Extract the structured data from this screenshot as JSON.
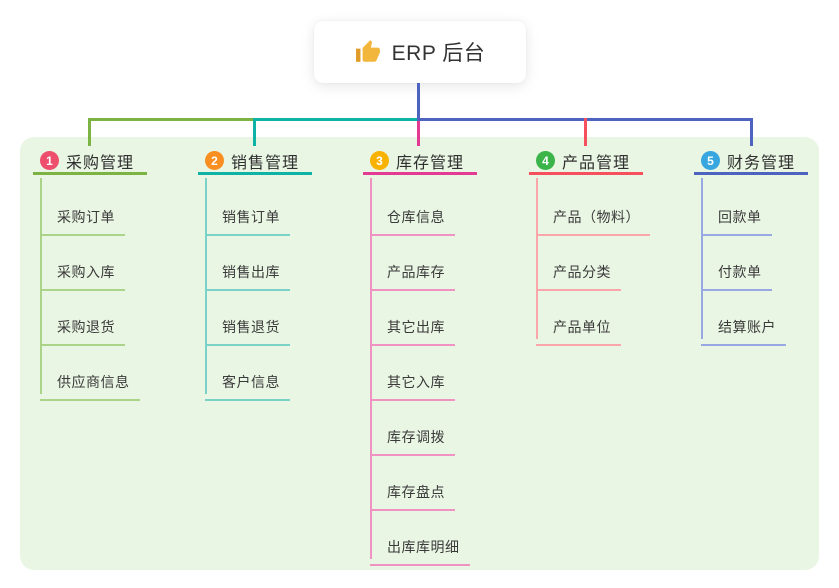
{
  "root": {
    "label": "ERP 后台",
    "icon": "thumbs-up"
  },
  "branches": [
    {
      "index": "1",
      "label": "采购管理",
      "line_color": "#7cb342",
      "child_line_color": "#abd488",
      "badge_color": "#ee4f6d",
      "children": [
        "采购订单",
        "采购入库",
        "采购退货",
        "供应商信息"
      ]
    },
    {
      "index": "2",
      "label": "销售管理",
      "line_color": "#0fb3a5",
      "child_line_color": "#7ad1c7",
      "badge_color": "#f98f20",
      "children": [
        "销售订单",
        "销售出库",
        "销售退货",
        "客户信息"
      ]
    },
    {
      "index": "3",
      "label": "库存管理",
      "line_color": "#e33b93",
      "child_line_color": "#f092c2",
      "badge_color": "#f9b200",
      "children": [
        "仓库信息",
        "产品库存",
        "其它出库",
        "其它入库",
        "库存调拨",
        "库存盘点",
        "出库库明细"
      ]
    },
    {
      "index": "4",
      "label": "产品管理",
      "line_color": "#f64f5e",
      "child_line_color": "#fba6ab",
      "badge_color": "#3bb44a",
      "children": [
        "产品（物料）",
        "产品分类",
        "产品单位"
      ]
    },
    {
      "index": "5",
      "label": "财务管理",
      "line_color": "#4e63c0",
      "child_line_color": "#97a8e2",
      "badge_color": "#38a7e0",
      "children": [
        "回款单",
        "付款单",
        "结算账户"
      ]
    }
  ],
  "colors": {
    "panel_background": "#eaf6e4",
    "root_line": "#4e63c0",
    "root_icon": "#f2b63c"
  }
}
